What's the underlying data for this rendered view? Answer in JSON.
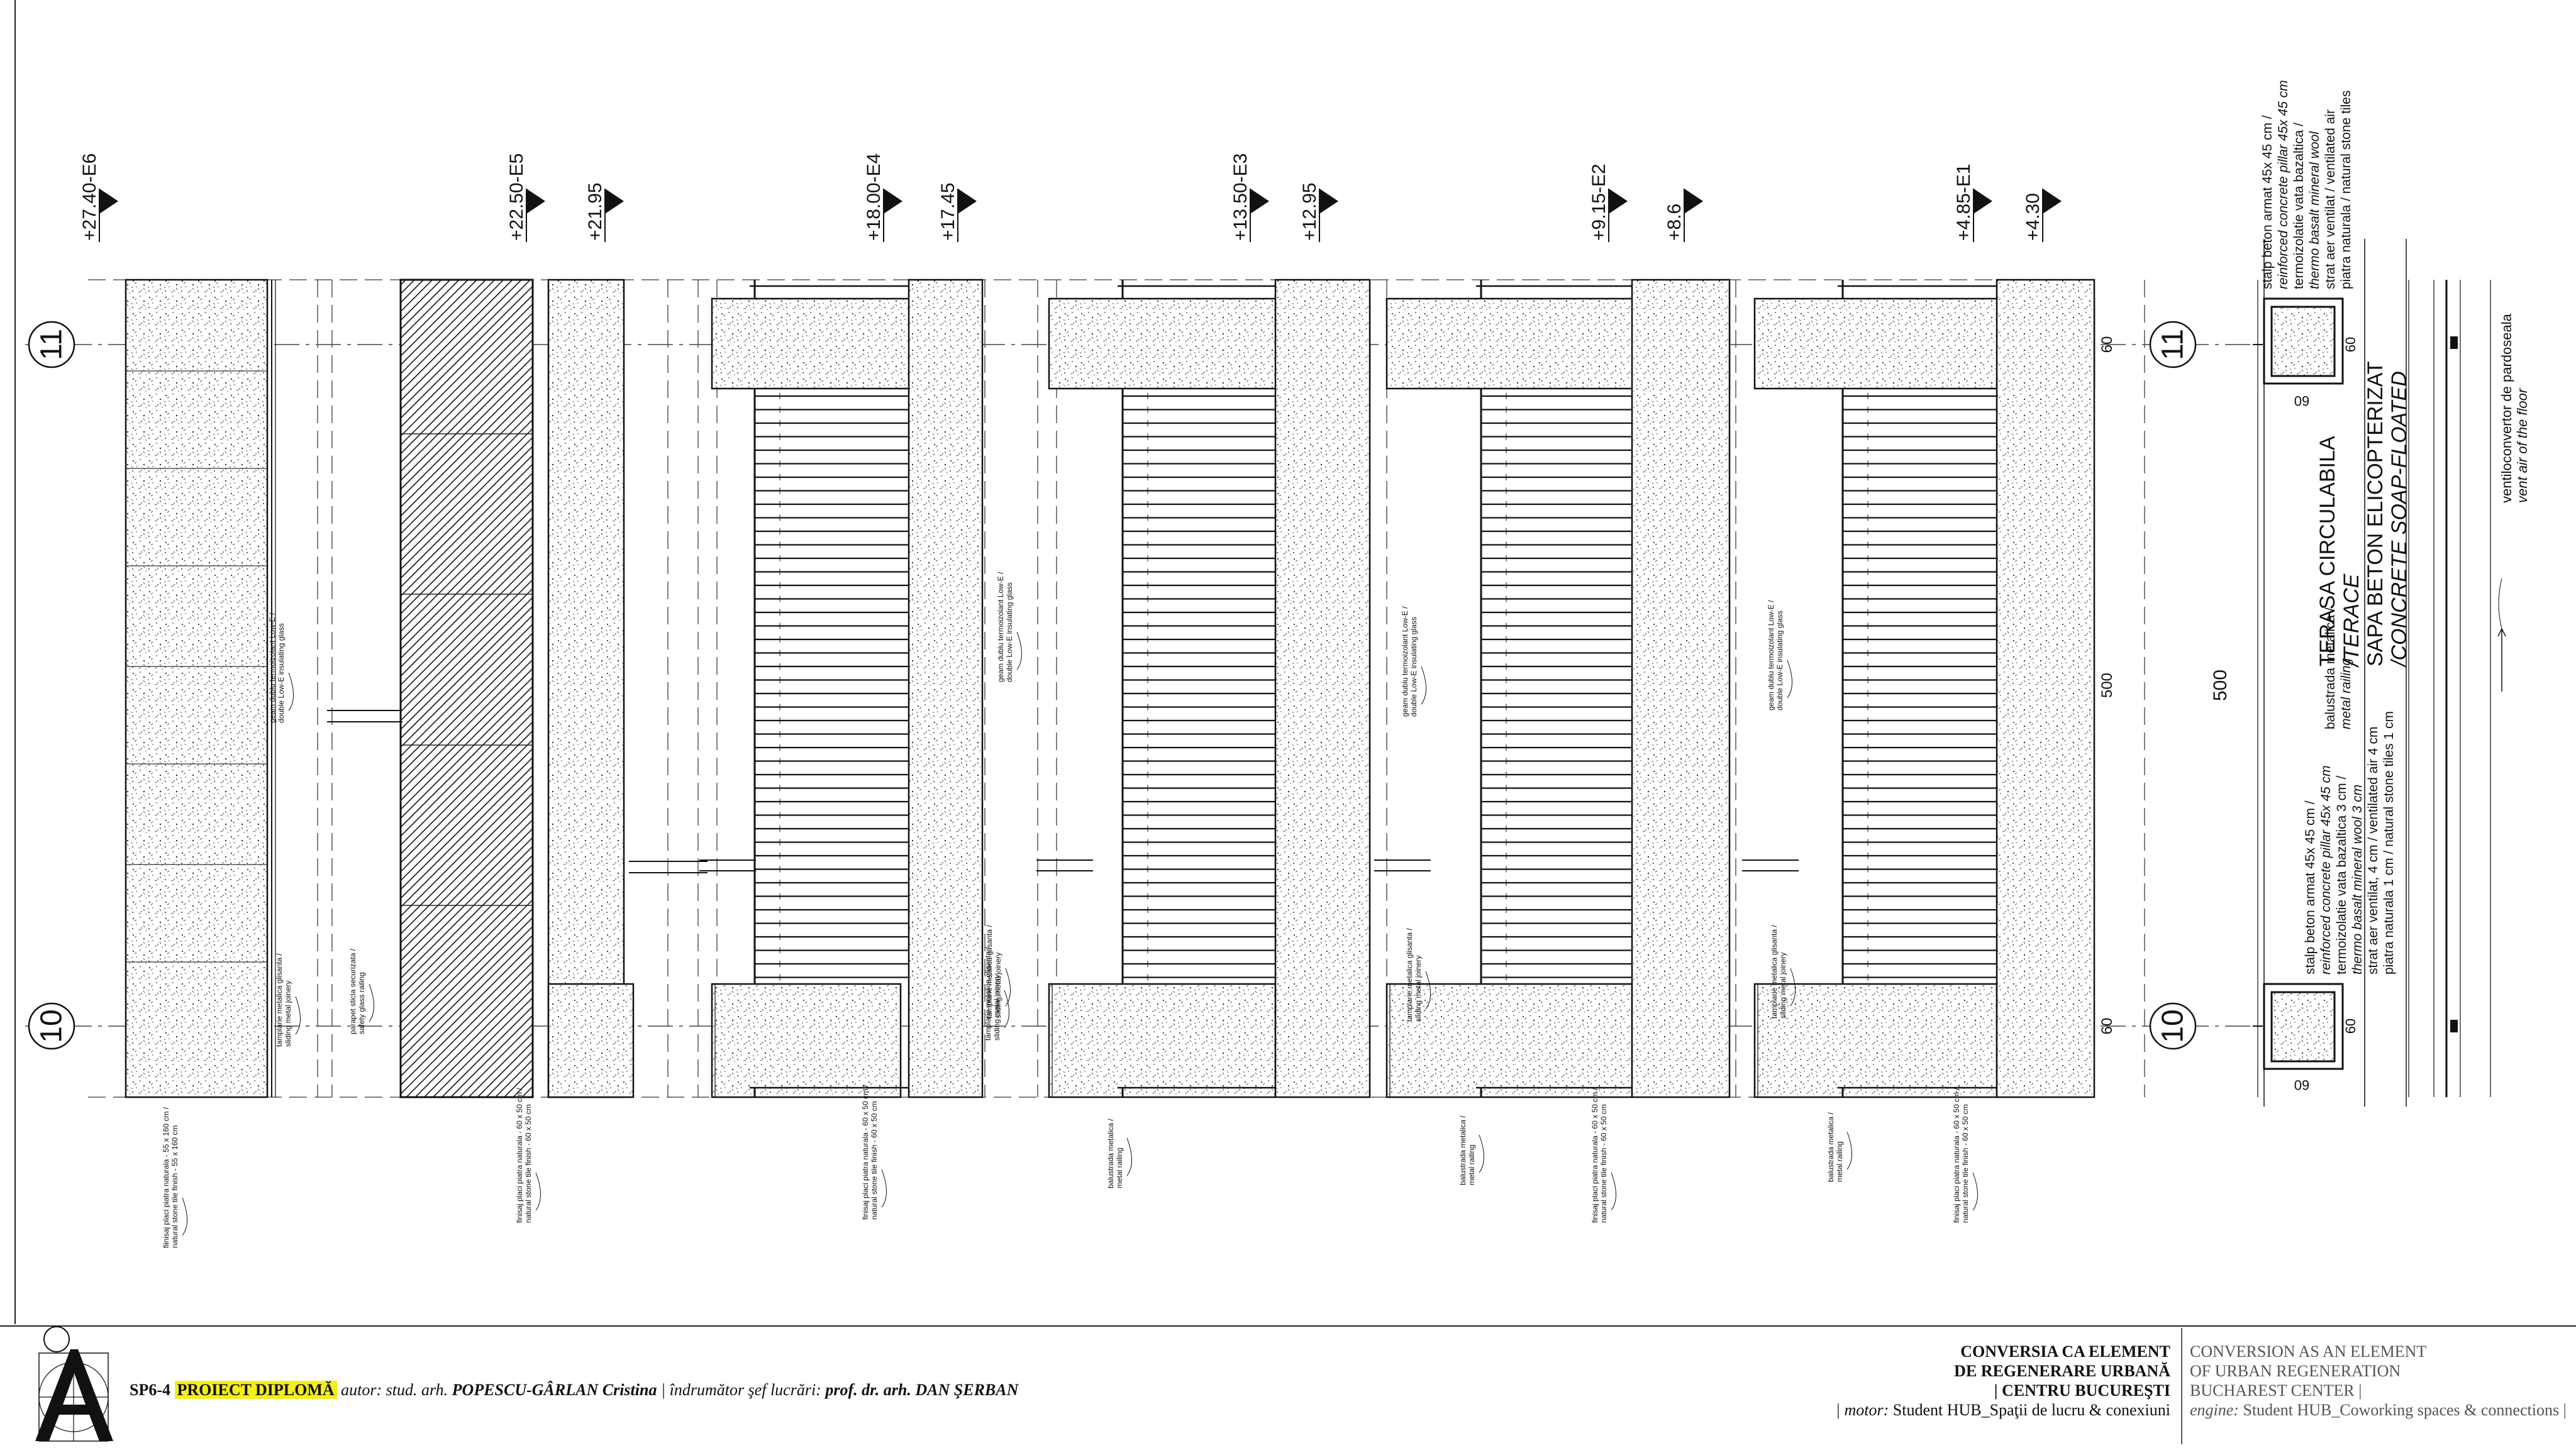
{
  "levels": [
    {
      "label": "+27.40-E6"
    },
    {
      "label": "+22.50-E5"
    },
    {
      "label": "+21.95"
    },
    {
      "label": "+18.00-E4"
    },
    {
      "label": "+17.45"
    },
    {
      "label": "+13.50-E3"
    },
    {
      "label": "+12.95"
    },
    {
      "label": "+9.15-E2"
    },
    {
      "label": "+8.6"
    },
    {
      "label": "+4.85-E1"
    },
    {
      "label": "+4.30"
    }
  ],
  "axes": {
    "top": "11",
    "bottom": "10"
  },
  "annotations": {
    "facade_e6": "fiinisaj placi piatra naturala - 55 x 160 cm / natural stone tile finish - 55 x 160 cm",
    "railing_e6": "tamplarie metalica glisanta / sliding metal joinery",
    "safety_glass": "parapet sticla securizata / safety glass railing",
    "facade_e5": "finisaj placi piatra naturala - 60 x 50 cm / natural stone tile finish - 60 x 50 cm",
    "glazing_1": "geam dublu termoizolant Low-E / double Low-E insulating glass",
    "sliding_1": "tamplarie metalica glisanta / sliding metal joinery",
    "facade_e4": "finisaj placi piatra naturala - 60 x 50 cm / natural stone tile finish - 60 x 50 cm",
    "glazing_2": "geam dublu termoizolant Low-E / double Low-E insulating glass",
    "sliding_2": "tamplarie metalica glisanta / sliding metal joinery",
    "railing_e3": "balustrada metalica / metal railing",
    "glazing_3": "geam dublu termoizolant Low-E / double Low-E insulating glass",
    "sliding_3": "tamplarie metalica glisanta / sliding metal joinery",
    "railing_e2": "balustrada metalica / metal railing",
    "facade_e2": "finisaj placi piatra naturala - 60 x 50 cm / natural stone tile finish - 60 x 50 cm",
    "glazing_4": "geam dublu termoizolant Low-E / double Low-E insulating glass",
    "sliding_4": "tamplarie metalica glisanta / sliding metal joinery",
    "railing_e1": "balustrada metalica / metal railing",
    "facade_e1": "finisaj placi piatra naturala - 60 x 50 cm / natural stone tile finish - 60 x 50 cm"
  },
  "dims": {
    "d500_small": "500",
    "d60_top": "60",
    "d60_bottom": "60",
    "d500_big": "500",
    "d60_pillar_top": "60",
    "d60_pillar_bottom": "60",
    "d60_horiz_top": "60",
    "d60_horiz_bottom": "60"
  },
  "plan_labels": {
    "pillar_top": [
      "stalp beton armat 45x 45 cm /",
      "reinforced concrete pillar 45x 45 cm",
      "termoizolatie vata bazaltica /",
      "thermo basalt mineral wool",
      "strat aer ventilat / ventilated air",
      "piatra naturala / natural stone tiles"
    ],
    "pillar_bottom": [
      "stalp beton armat 45x 45 cm /",
      "reinforced concrete pillar 45x 45 cm",
      "termoizolatie vata bazaltica 3 cm /",
      "thermo basalt mineral wool 3 cm",
      "strat aer ventilat, 4 cm / ventilated air 4 cm",
      "piatra naturala 1 cm / natural stone tiles 1 cm"
    ],
    "terrace": [
      "TERASA CIRCULABILA",
      "/TERACE",
      "SAPA BETON ELICOPTERIZAT",
      "/CONCRETE SOAP-FLOATED"
    ],
    "railing": [
      "balustrada metalica /",
      "metal railing"
    ],
    "convector": [
      "ventiloconvertor de pardoseala",
      "vent air of the floor"
    ]
  },
  "title_block": {
    "code": "SP6-4",
    "project": "PROIECT DIPLOMĂ",
    "author_label": "autor: stud. arh.",
    "author": "POPESCU-GÂRLAN Cristina",
    "coord_label": "| îndrumător şef lucrări:",
    "coordinator": "prof. dr. arh. DAN ŞERBAN",
    "ro_line1": "CONVERSIA CA ELEMENT",
    "ro_line2": "DE REGENERARE URBANĂ",
    "ro_line3": "| CENTRU BUCUREŞTI",
    "ro_motor_label": "| motor:",
    "ro_motor": "Student HUB_Spaţii de lucru & conexiuni",
    "en_line1": "CONVERSION AS AN ELEMENT",
    "en_line2": "OF URBAN REGENERATION",
    "en_line3": "BUCHAREST CENTER |",
    "en_engine_label": "engine:",
    "en_engine": "Student HUB_Coworking spaces & connections |"
  }
}
